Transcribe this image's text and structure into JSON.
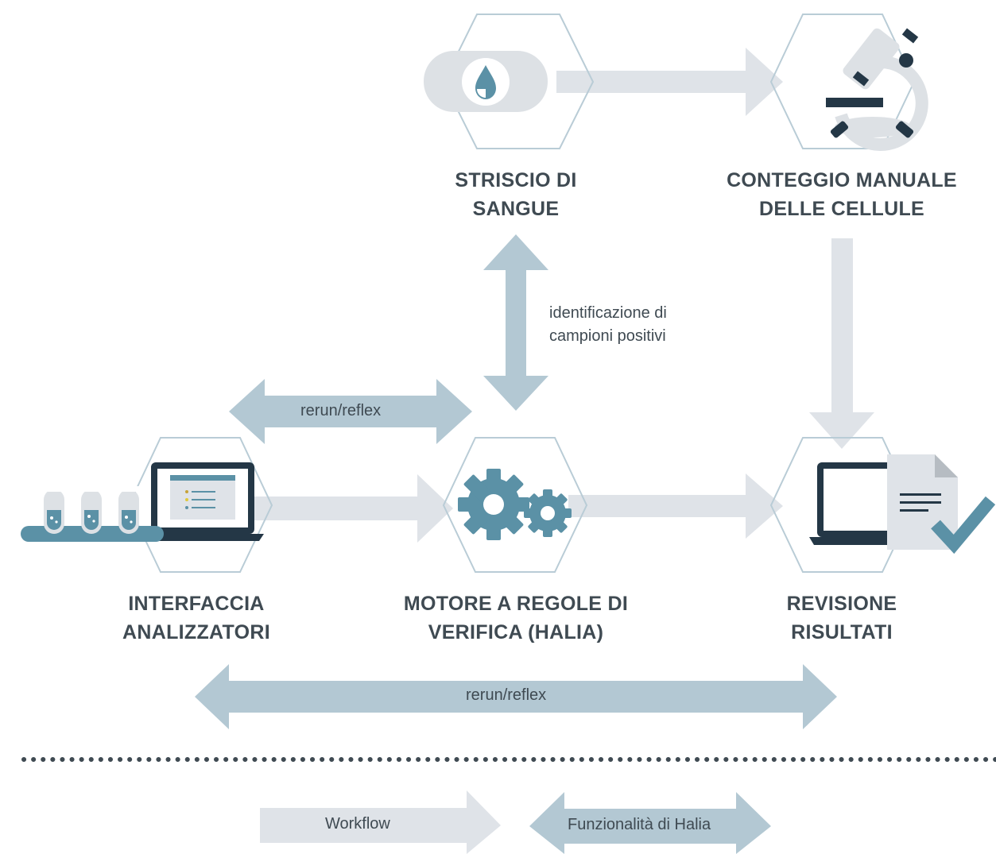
{
  "nodes": {
    "striscio": {
      "line1": "STRISCIO DI",
      "line2": "SANGUE"
    },
    "conteggio": {
      "line1": "CONTEGGIO MANUALE",
      "line2": "DELLE CELLULE"
    },
    "interfaccia": {
      "line1": "INTERFACCIA",
      "line2": "ANALIZZATORI"
    },
    "motore": {
      "line1": "MOTORE A REGOLE DI",
      "line2": "VERIFICA (HALIA)"
    },
    "revisione": {
      "line1": "REVISIONE",
      "line2": "RISULTATI"
    }
  },
  "labels": {
    "identificazione_line1": "identificazione di",
    "identificazione_line2": "campioni positivi",
    "rerun_top": "rerun/reflex",
    "rerun_bottom": "rerun/reflex"
  },
  "legend": {
    "workflow": "Workflow",
    "halia": "Funzionalità di Halia"
  },
  "colors": {
    "workflow_arrow": "#dfe3e8",
    "halia_arrow": "#b3c8d3",
    "hexagon_stroke": "#b9ccd6",
    "teal": "#5b91a6",
    "dark": "#243746",
    "gray": "#dde1e5"
  },
  "icons": {
    "striscio": "blood-drop-slide-icon",
    "conteggio": "microscope-icon",
    "interfaccia": "test-tubes-laptop-icon",
    "motore": "gears-icon",
    "revisione": "laptop-document-check-icon"
  }
}
